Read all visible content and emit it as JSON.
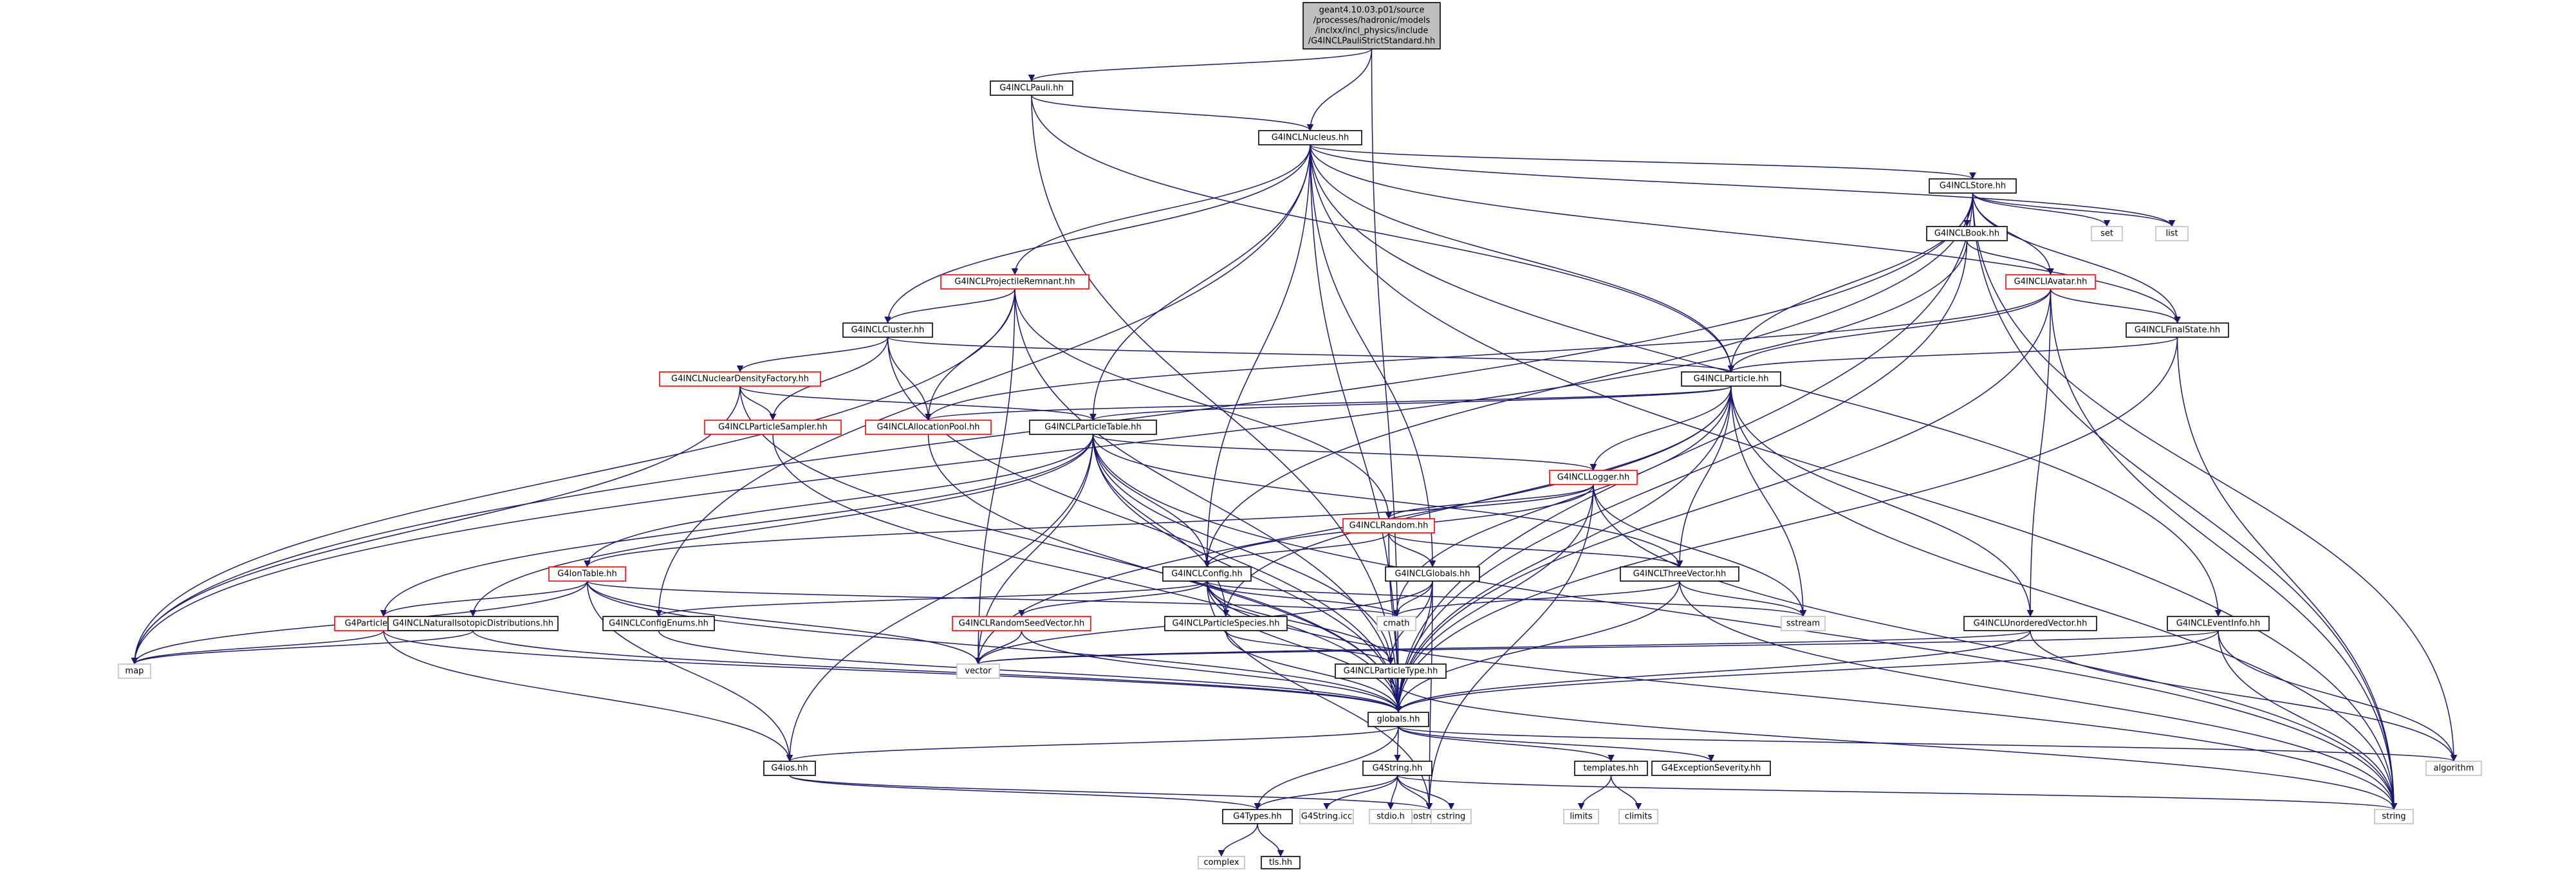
{
  "diagram": {
    "nodes": [
      {
        "id": "root",
        "lines": [
          "geant4.10.03.p01/source",
          "/processes/hadronic/models",
          "/inclxx/incl_physics/include",
          "/G4INCLPauliStrictStandard.hh"
        ],
        "style": "root"
      },
      {
        "id": "pauli",
        "label": "G4INCLPauli.hh",
        "style": "black"
      },
      {
        "id": "nucleus",
        "label": "G4INCLNucleus.hh",
        "style": "black"
      },
      {
        "id": "store",
        "label": "G4INCLStore.hh",
        "style": "black"
      },
      {
        "id": "book",
        "label": "G4INCLBook.hh",
        "style": "black"
      },
      {
        "id": "iavatar",
        "label": "G4INCLIAvatar.hh",
        "style": "red"
      },
      {
        "id": "finalstate",
        "label": "G4INCLFinalState.hh",
        "style": "black"
      },
      {
        "id": "projrem",
        "label": "G4INCLProjectileRemnant.hh",
        "style": "red"
      },
      {
        "id": "cluster",
        "label": "G4INCLCluster.hh",
        "style": "black"
      },
      {
        "id": "particle",
        "label": "G4INCLParticle.hh",
        "style": "black"
      },
      {
        "id": "nucdens",
        "label": "G4INCLNuclearDensityFactory.hh",
        "style": "red"
      },
      {
        "id": "psampler",
        "label": "G4INCLParticleSampler.hh",
        "style": "red"
      },
      {
        "id": "allocpool",
        "label": "G4INCLAllocationPool.hh",
        "style": "red"
      },
      {
        "id": "ptable",
        "label": "G4INCLParticleTable.hh",
        "style": "black"
      },
      {
        "id": "logger",
        "label": "G4INCLLogger.hh",
        "style": "red"
      },
      {
        "id": "random",
        "label": "G4INCLRandom.hh",
        "style": "red"
      },
      {
        "id": "config",
        "label": "G4INCLConfig.hh",
        "style": "black"
      },
      {
        "id": "inclglobals",
        "label": "G4INCLGlobals.hh",
        "style": "black"
      },
      {
        "id": "threevec",
        "label": "G4INCLThreeVector.hh",
        "style": "black"
      },
      {
        "id": "iontable",
        "label": "G4IonTable.hh",
        "style": "red"
      },
      {
        "id": "g4ptable",
        "label": "G4ParticleTable.hh",
        "style": "red"
      },
      {
        "id": "natiso",
        "label": "G4INCLNaturalIsotopicDistributions.hh",
        "style": "black"
      },
      {
        "id": "cfgenums",
        "label": "G4INCLConfigEnums.hh",
        "style": "black"
      },
      {
        "id": "rndseed",
        "label": "G4INCLRandomSeedVector.hh",
        "style": "red"
      },
      {
        "id": "pspecies",
        "label": "G4INCLParticleSpecies.hh",
        "style": "black"
      },
      {
        "id": "ptype",
        "label": "G4INCLParticleType.hh",
        "style": "black"
      },
      {
        "id": "unordvec",
        "label": "G4INCLUnorderedVector.hh",
        "style": "black"
      },
      {
        "id": "eventinfo",
        "label": "G4INCLEventInfo.hh",
        "style": "black"
      },
      {
        "id": "globals",
        "label": "globals.hh",
        "style": "black"
      },
      {
        "id": "g4ios",
        "label": "G4ios.hh",
        "style": "black"
      },
      {
        "id": "g4string",
        "label": "G4String.hh",
        "style": "black"
      },
      {
        "id": "templates",
        "label": "templates.hh",
        "style": "black"
      },
      {
        "id": "excsev",
        "label": "G4ExceptionSeverity.hh",
        "style": "black"
      },
      {
        "id": "g4types",
        "label": "G4Types.hh",
        "style": "black"
      },
      {
        "id": "tlshh",
        "label": "tls.hh",
        "style": "black"
      },
      {
        "id": "list",
        "label": "list",
        "style": "gray"
      },
      {
        "id": "set",
        "label": "set",
        "style": "gray"
      },
      {
        "id": "map",
        "label": "map",
        "style": "gray"
      },
      {
        "id": "vector",
        "label": "vector",
        "style": "gray"
      },
      {
        "id": "cmath",
        "label": "cmath",
        "style": "gray"
      },
      {
        "id": "sstream",
        "label": "sstream",
        "style": "gray"
      },
      {
        "id": "algorithm",
        "label": "algorithm",
        "style": "gray"
      },
      {
        "id": "string",
        "label": "string",
        "style": "gray"
      },
      {
        "id": "iostream",
        "label": "iostream",
        "style": "gray"
      },
      {
        "id": "g4stringicc",
        "label": "G4String.icc",
        "style": "gray"
      },
      {
        "id": "stdioh",
        "label": "stdio.h",
        "style": "gray"
      },
      {
        "id": "cstring",
        "label": "cstring",
        "style": "gray"
      },
      {
        "id": "limits",
        "label": "limits",
        "style": "gray"
      },
      {
        "id": "climits",
        "label": "climits",
        "style": "gray"
      },
      {
        "id": "complex",
        "label": "complex",
        "style": "gray"
      }
    ],
    "edges": [
      [
        "root",
        "pauli"
      ],
      [
        "root",
        "nucleus"
      ],
      [
        "root",
        "globals"
      ],
      [
        "pauli",
        "nucleus"
      ],
      [
        "pauli",
        "particle"
      ],
      [
        "pauli",
        "globals"
      ],
      [
        "nucleus",
        "store"
      ],
      [
        "nucleus",
        "particle"
      ],
      [
        "nucleus",
        "cluster"
      ],
      [
        "nucleus",
        "projrem"
      ],
      [
        "nucleus",
        "ptable"
      ],
      [
        "nucleus",
        "config"
      ],
      [
        "nucleus",
        "cfgenums"
      ],
      [
        "nucleus",
        "inclglobals"
      ],
      [
        "nucleus",
        "finalstate"
      ],
      [
        "nucleus",
        "eventinfo"
      ],
      [
        "nucleus",
        "list"
      ],
      [
        "nucleus",
        "string"
      ],
      [
        "nucleus",
        "globals"
      ],
      [
        "store",
        "book"
      ],
      [
        "store",
        "iavatar"
      ],
      [
        "store",
        "particle"
      ],
      [
        "store",
        "finalstate"
      ],
      [
        "store",
        "config"
      ],
      [
        "store",
        "list"
      ],
      [
        "store",
        "set"
      ],
      [
        "store",
        "map"
      ],
      [
        "store",
        "string"
      ],
      [
        "store",
        "algorithm"
      ],
      [
        "store",
        "globals"
      ],
      [
        "book",
        "iavatar"
      ],
      [
        "book",
        "map"
      ],
      [
        "book",
        "globals"
      ],
      [
        "iavatar",
        "particle"
      ],
      [
        "iavatar",
        "finalstate"
      ],
      [
        "iavatar",
        "unordvec"
      ],
      [
        "iavatar",
        "allocpool"
      ],
      [
        "iavatar",
        "string"
      ],
      [
        "iavatar",
        "globals"
      ],
      [
        "finalstate",
        "particle"
      ],
      [
        "finalstate",
        "string"
      ],
      [
        "finalstate",
        "globals"
      ],
      [
        "projrem",
        "cluster"
      ],
      [
        "projrem",
        "allocpool"
      ],
      [
        "projrem",
        "random"
      ],
      [
        "projrem",
        "vector"
      ],
      [
        "projrem",
        "map"
      ],
      [
        "projrem",
        "globals"
      ],
      [
        "cluster",
        "particle"
      ],
      [
        "cluster",
        "nucdens"
      ],
      [
        "cluster",
        "psampler"
      ],
      [
        "cluster",
        "allocpool"
      ],
      [
        "cluster",
        "globals"
      ],
      [
        "particle",
        "ptable"
      ],
      [
        "particle",
        "allocpool"
      ],
      [
        "particle",
        "logger"
      ],
      [
        "particle",
        "threevec"
      ],
      [
        "particle",
        "pspecies"
      ],
      [
        "particle",
        "unordvec"
      ],
      [
        "particle",
        "sstream"
      ],
      [
        "particle",
        "string"
      ],
      [
        "particle",
        "cmath"
      ],
      [
        "particle",
        "vector"
      ],
      [
        "particle",
        "globals"
      ],
      [
        "nucdens",
        "ptable"
      ],
      [
        "nucdens",
        "psampler"
      ],
      [
        "nucdens",
        "map"
      ],
      [
        "nucdens",
        "globals"
      ],
      [
        "psampler",
        "globals"
      ],
      [
        "allocpool",
        "globals"
      ],
      [
        "ptable",
        "logger"
      ],
      [
        "ptable",
        "config"
      ],
      [
        "ptable",
        "iontable"
      ],
      [
        "ptable",
        "g4ptable"
      ],
      [
        "ptable",
        "natiso"
      ],
      [
        "ptable",
        "pspecies"
      ],
      [
        "ptable",
        "ptype"
      ],
      [
        "ptable",
        "threevec"
      ],
      [
        "ptable",
        "vector"
      ],
      [
        "ptable",
        "string"
      ],
      [
        "ptable",
        "g4ios"
      ],
      [
        "ptable",
        "globals"
      ],
      [
        "logger",
        "random"
      ],
      [
        "logger",
        "config"
      ],
      [
        "logger",
        "iontable"
      ],
      [
        "logger",
        "sstream"
      ],
      [
        "logger",
        "string"
      ],
      [
        "logger",
        "iostream"
      ],
      [
        "logger",
        "globals"
      ],
      [
        "random",
        "config"
      ],
      [
        "random",
        "inclglobals"
      ],
      [
        "random",
        "threevec"
      ],
      [
        "random",
        "globals"
      ],
      [
        "config",
        "cfgenums"
      ],
      [
        "config",
        "rndseed"
      ],
      [
        "config",
        "pspecies"
      ],
      [
        "config",
        "ptype"
      ],
      [
        "config",
        "cmath"
      ],
      [
        "config",
        "sstream"
      ],
      [
        "config",
        "iostream"
      ],
      [
        "config",
        "string"
      ],
      [
        "config",
        "globals"
      ],
      [
        "inclglobals",
        "ptype"
      ],
      [
        "inclglobals",
        "cmath"
      ],
      [
        "inclglobals",
        "vector"
      ],
      [
        "inclglobals",
        "iostream"
      ],
      [
        "inclglobals",
        "globals"
      ],
      [
        "threevec",
        "sstream"
      ],
      [
        "threevec",
        "string"
      ],
      [
        "threevec",
        "cmath"
      ],
      [
        "threevec",
        "globals"
      ],
      [
        "iontable",
        "g4ptable"
      ],
      [
        "iontable",
        "vector"
      ],
      [
        "iontable",
        "map"
      ],
      [
        "iontable",
        "cmath"
      ],
      [
        "iontable",
        "g4ios"
      ],
      [
        "iontable",
        "globals"
      ],
      [
        "g4ptable",
        "g4ios"
      ],
      [
        "g4ptable",
        "map"
      ],
      [
        "g4ptable",
        "globals"
      ],
      [
        "natiso",
        "map"
      ],
      [
        "natiso",
        "globals"
      ],
      [
        "cfgenums",
        "globals"
      ],
      [
        "rndseed",
        "vector"
      ],
      [
        "rndseed",
        "globals"
      ],
      [
        "pspecies",
        "ptype"
      ],
      [
        "pspecies",
        "globals"
      ],
      [
        "ptype",
        "string"
      ],
      [
        "ptype",
        "globals"
      ],
      [
        "unordvec",
        "vector"
      ],
      [
        "unordvec",
        "algorithm"
      ],
      [
        "unordvec",
        "globals"
      ],
      [
        "eventinfo",
        "vector"
      ],
      [
        "eventinfo",
        "algorithm"
      ],
      [
        "eventinfo",
        "string"
      ],
      [
        "eventinfo",
        "globals"
      ],
      [
        "globals",
        "g4ios"
      ],
      [
        "globals",
        "g4string"
      ],
      [
        "globals",
        "templates"
      ],
      [
        "globals",
        "excsev"
      ],
      [
        "globals",
        "g4types"
      ],
      [
        "globals",
        "algorithm"
      ],
      [
        "g4ios",
        "g4types"
      ],
      [
        "g4ios",
        "iostream"
      ],
      [
        "g4string",
        "g4types"
      ],
      [
        "g4string",
        "g4stringicc"
      ],
      [
        "g4string",
        "stdioh"
      ],
      [
        "g4string",
        "cstring"
      ],
      [
        "g4string",
        "iostream"
      ],
      [
        "g4string",
        "string"
      ],
      [
        "templates",
        "limits"
      ],
      [
        "templates",
        "climits"
      ],
      [
        "g4types",
        "complex"
      ],
      [
        "g4types",
        "tlshh"
      ]
    ],
    "colors": {
      "edge": "#191970",
      "black_border": "#000000",
      "red_border": "#ff0000",
      "gray_border": "#bfbfbf",
      "root_fill": "#bfbfbf",
      "node_fill": "#ffffff"
    }
  }
}
